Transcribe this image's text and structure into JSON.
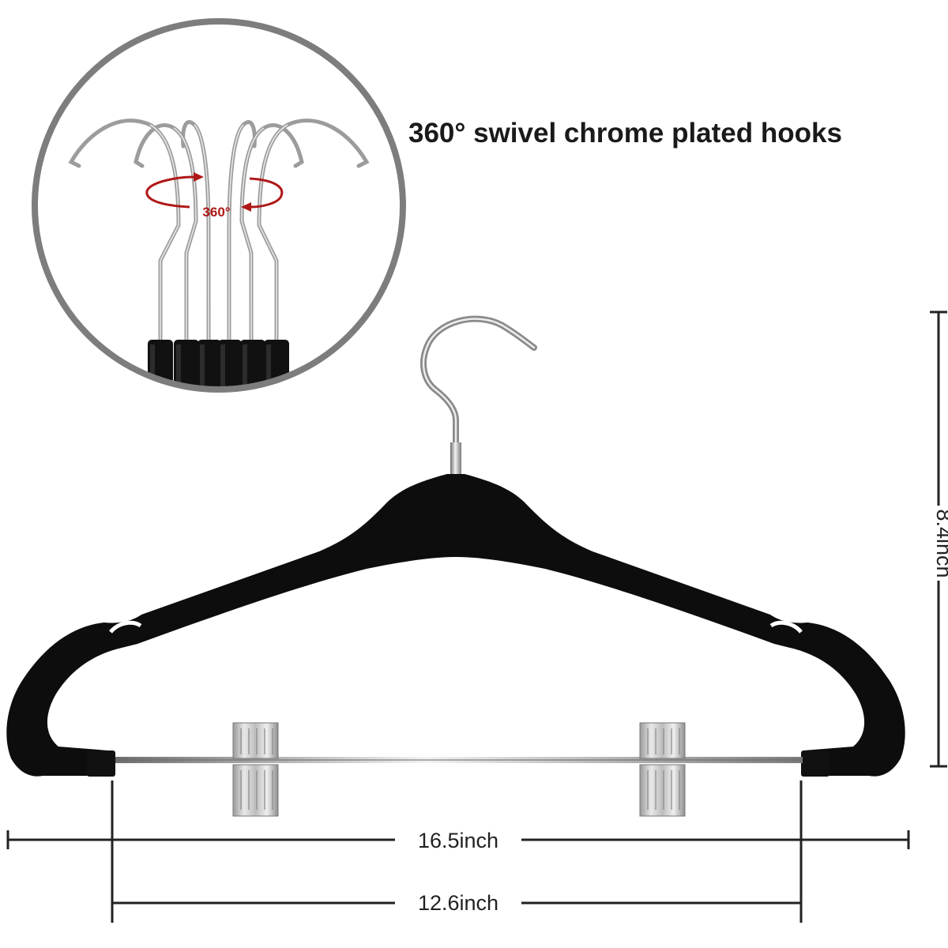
{
  "headline": "360° swivel chrome plated hooks",
  "inset": {
    "rotation_label": "360°"
  },
  "dimensions": {
    "height": "8.4inch",
    "total_width": "16.5inch",
    "clip_bar_width": "12.6inch"
  },
  "colors": {
    "hanger_body": "#0d0d0d",
    "chrome": "#a9a9a9",
    "inset_border": "#7d7d7d",
    "rotation_arrow": "#b01818",
    "dimension_line": "#222222"
  }
}
